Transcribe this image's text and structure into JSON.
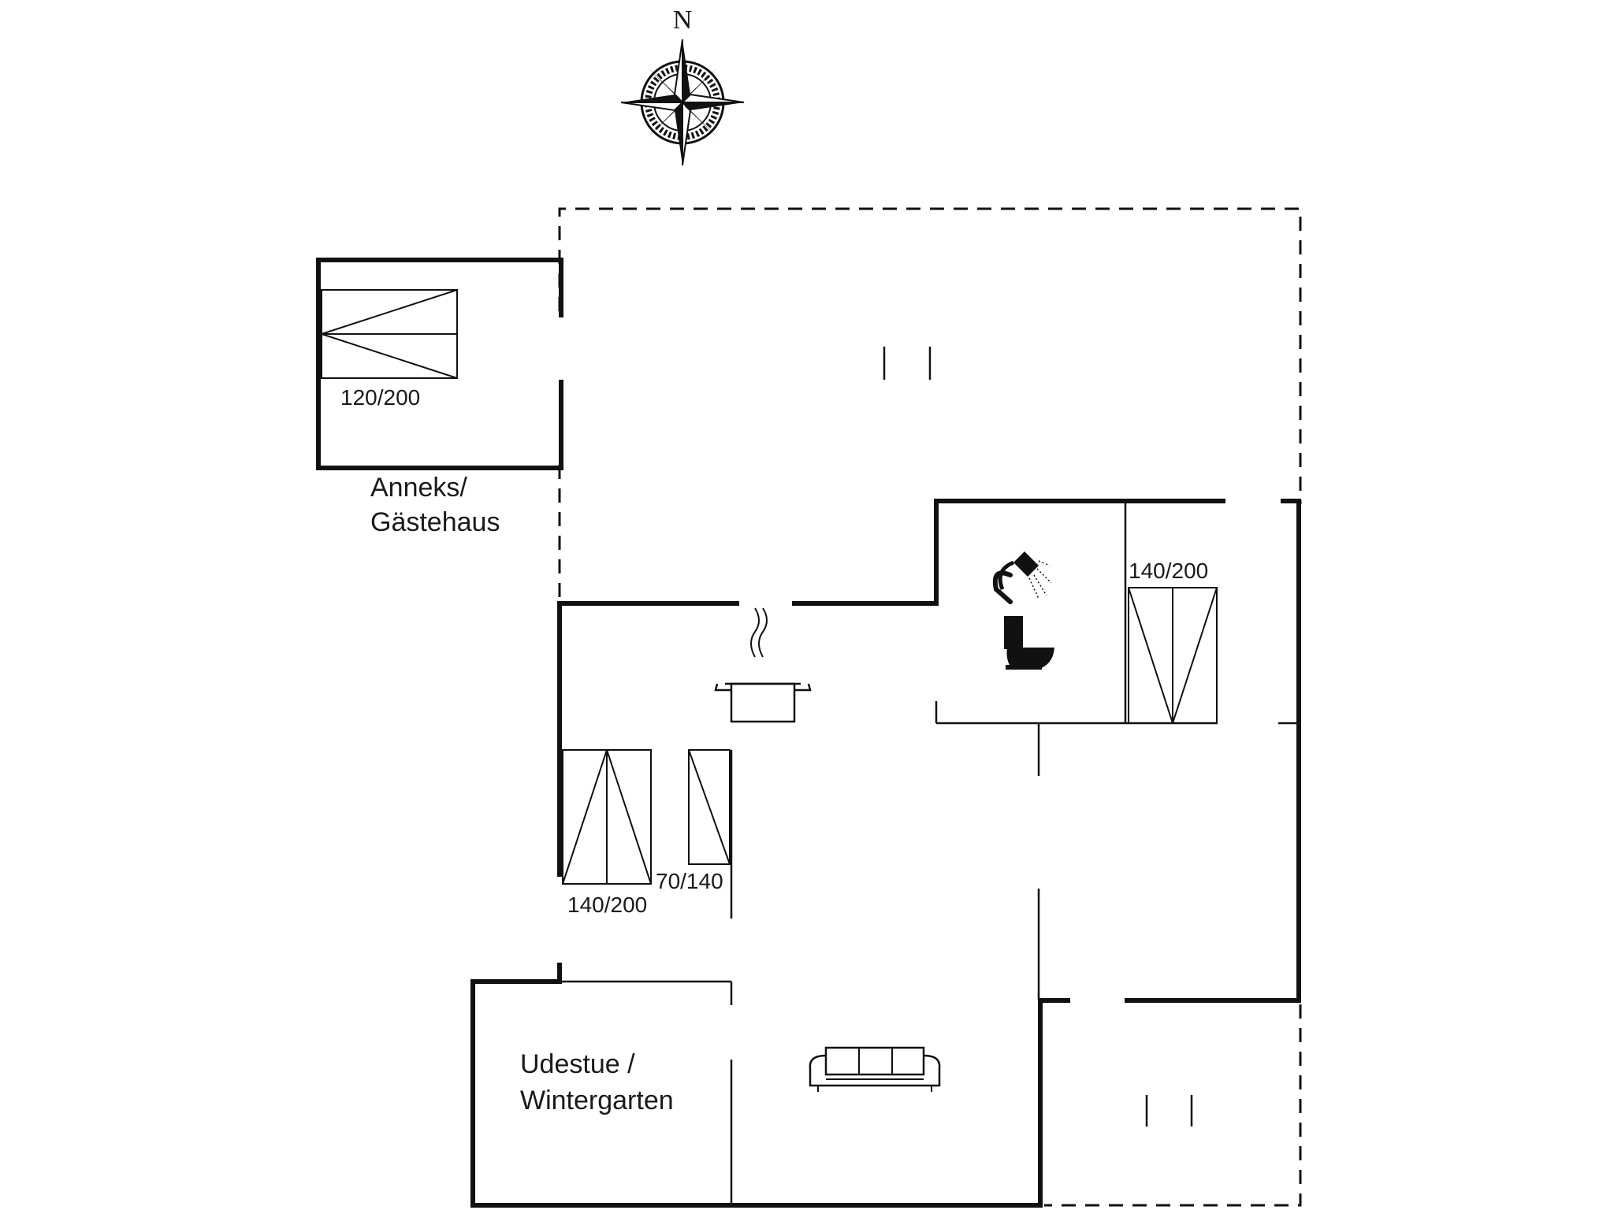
{
  "compass": {
    "north_label": "N"
  },
  "rooms": {
    "annex_line1": "Anneks/",
    "annex_line2": "Gästehaus",
    "sunroom_line1": "Udestue /",
    "sunroom_line2": "Wintergarten"
  },
  "beds": {
    "annex_bed": "120/200",
    "bathroom_bed": "140/200",
    "bedroom_bed_double": "140/200",
    "bedroom_bed_single": "70/140"
  }
}
